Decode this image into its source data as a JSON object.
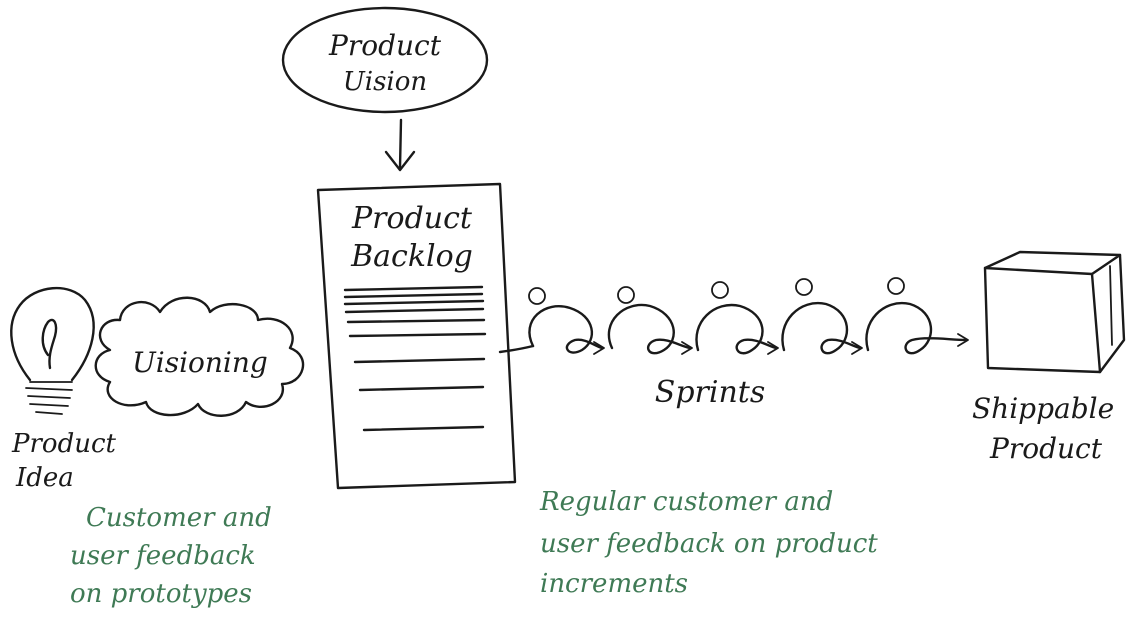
{
  "nodes": {
    "product_vision": {
      "line1": "Product",
      "line2": "Uision"
    },
    "product_backlog": {
      "line1": "Product",
      "line2": "Backlog"
    },
    "visioning": "Uisioning",
    "product_idea": {
      "line1": "Product",
      "line2": "Idea"
    },
    "sprints": "Sprints",
    "shippable_product": {
      "line1": "Shippable",
      "line2": "Product"
    }
  },
  "notes": {
    "prototype_feedback": [
      "Customer and",
      "user feedback",
      "on prototypes"
    ],
    "increment_feedback": [
      "Regular customer and",
      "user feedback on product",
      "increments"
    ]
  },
  "colors": {
    "ink": "#1a1a1a",
    "note_ink": "#3f7a55"
  }
}
